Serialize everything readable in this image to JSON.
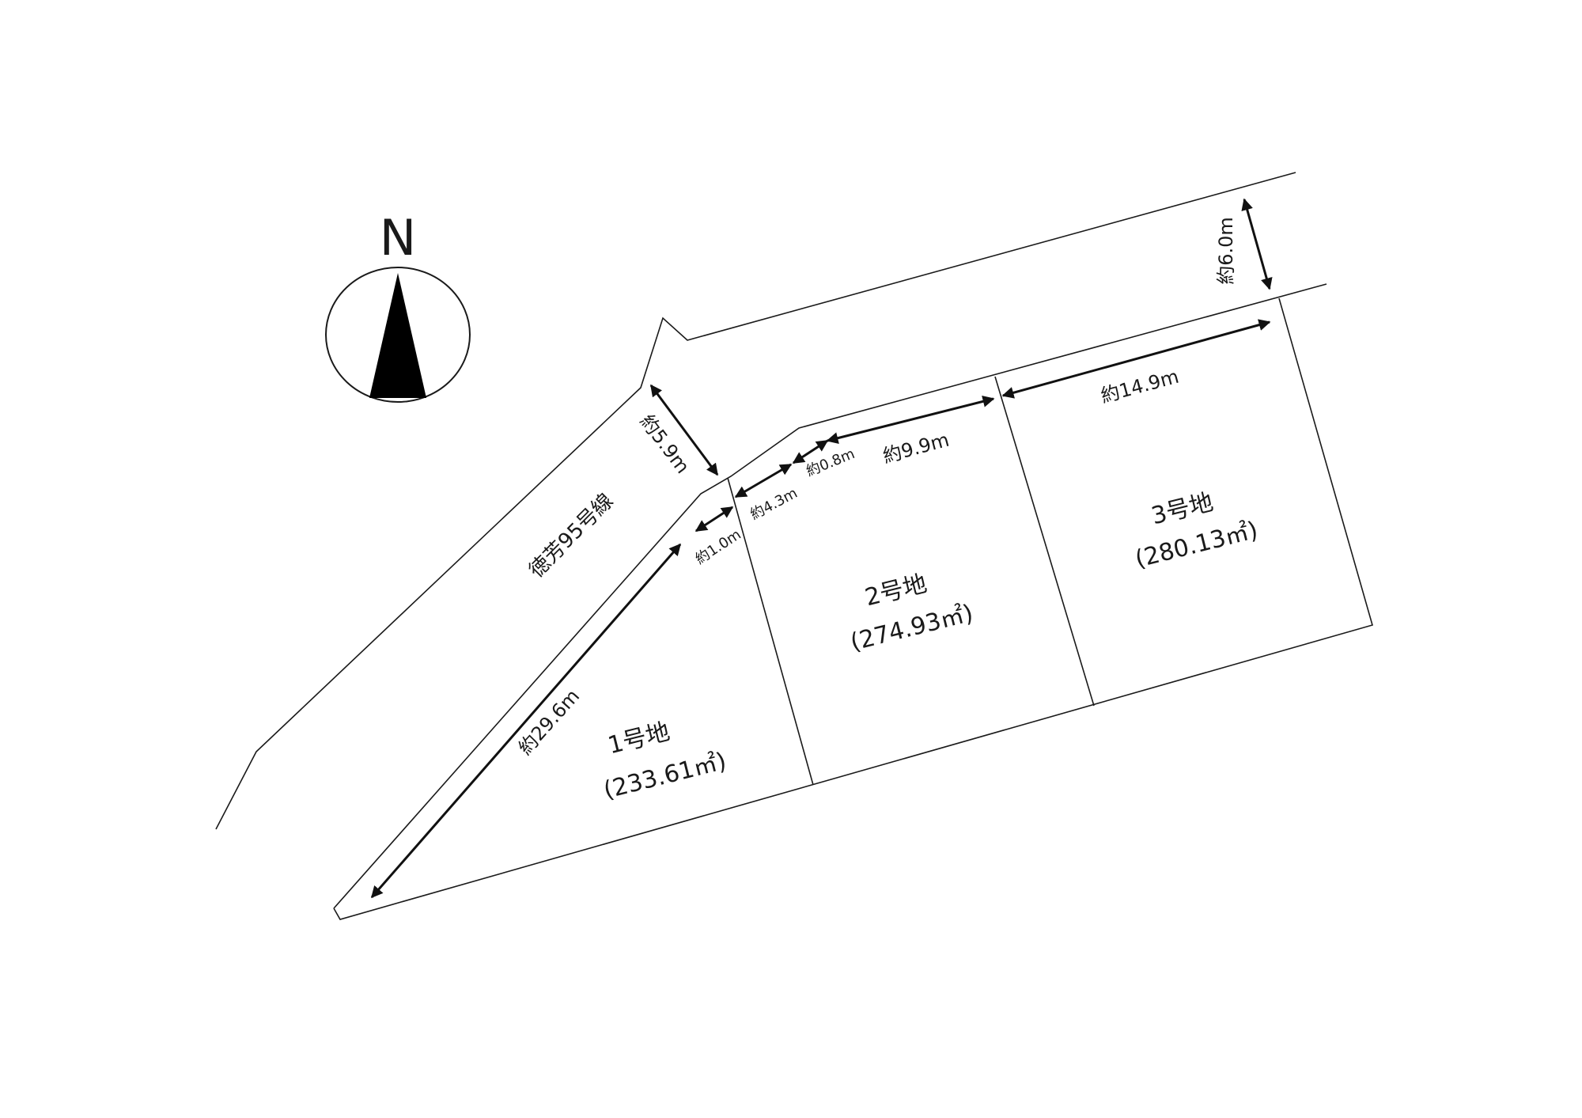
{
  "compass": {
    "label": "N"
  },
  "road": {
    "name": "徳芳95号線"
  },
  "lots": [
    {
      "name": "1号地",
      "area": "(233.61㎡)"
    },
    {
      "name": "2号地",
      "area": "(274.93㎡)"
    },
    {
      "name": "3号地",
      "area": "(280.13㎡)"
    }
  ],
  "dimensions": {
    "road_width_east": "約6.0m",
    "road_width_west": "約5.9m",
    "frontage_3": "約14.9m",
    "frontage_2": "約9.9m",
    "seg_08": "約0.8m",
    "seg_43": "約4.3m",
    "seg_10": "約1.0m",
    "side_1": "約29.6m"
  }
}
